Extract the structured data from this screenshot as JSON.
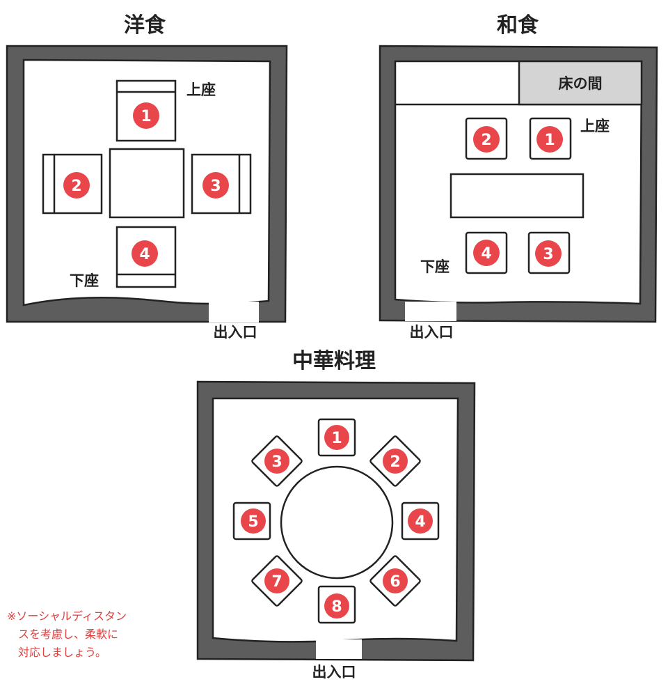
{
  "rooms": {
    "western": {
      "title": "洋食",
      "upper_seat": "上座",
      "lower_seat": "下座",
      "entrance": "出入口",
      "seats": [
        "1",
        "2",
        "3",
        "4"
      ]
    },
    "japanese": {
      "title": "和食",
      "tokonoma": "床の間",
      "upper_seat": "上座",
      "lower_seat": "下座",
      "entrance": "出入口",
      "seats": [
        "1",
        "2",
        "3",
        "4"
      ]
    },
    "chinese": {
      "title": "中華料理",
      "entrance": "出入口",
      "seats": [
        "1",
        "2",
        "3",
        "4",
        "5",
        "6",
        "7",
        "8"
      ]
    }
  },
  "note": {
    "lines": [
      "※ソーシャルディスタン",
      "スを考慮し、柔軟に",
      "対応しましょう。"
    ]
  },
  "colors": {
    "wall": "#5d5d5e",
    "seat_marker": "#e8464a",
    "tokonoma_fill": "#d4d4d4",
    "note_text": "#e0403f"
  }
}
